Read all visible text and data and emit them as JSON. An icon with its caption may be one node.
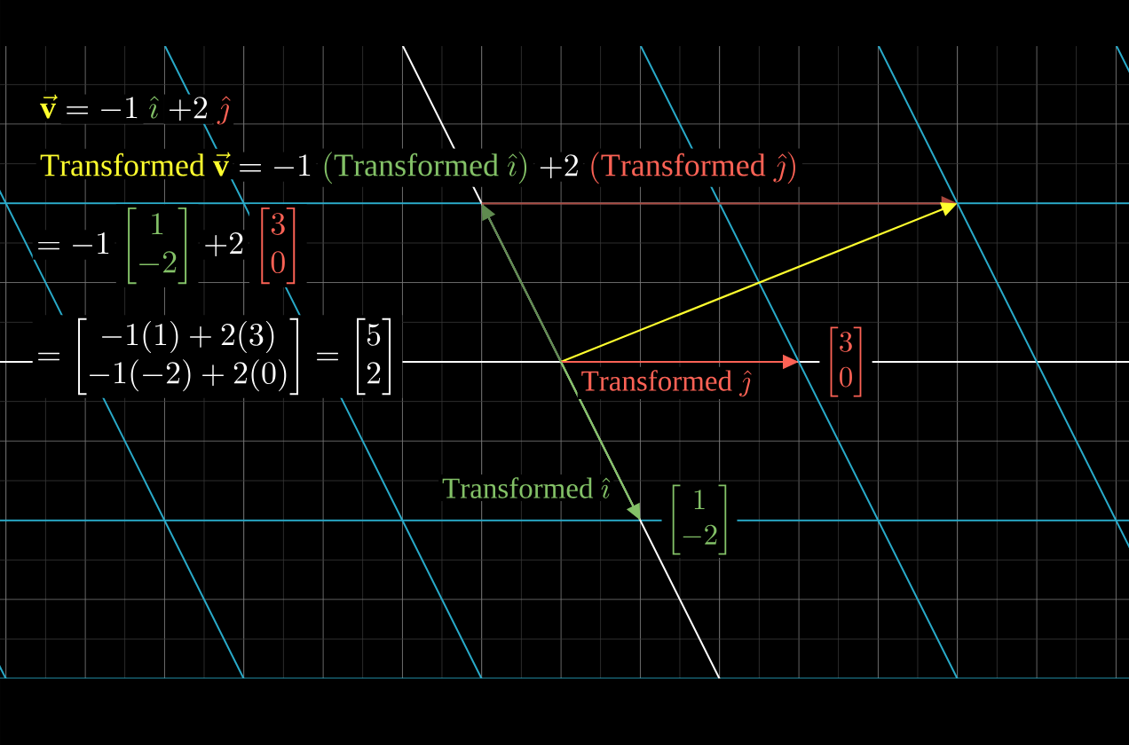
{
  "diagram": {
    "labels": [
      "\\vec{\\mathbf{v}}",
      "= -1",
      "\\hat{\\imath}",
      "+ 2",
      "\\hat{\\jmath}",
      "\\mathrm{Transformed}\\ \\vec{\\mathbf{v}}",
      "= -1",
      "(\\mathrm{Transformed}\\ \\hat{\\imath})",
      "+ 2",
      "(\\mathrm{Transformed}\\ \\hat{\\jmath})",
      "= -1",
      "\\begin{bmatrix}1\\\\-2\\end{bmatrix}",
      "+ 2",
      "\\begin{bmatrix}3\\\\0\\end{bmatrix}",
      "= \\begin{bmatrix}-1(1)+2(3)\\\\-1(-2)+2(0)\\end{bmatrix} = \\begin{bmatrix}5\\\\2\\end{bmatrix}",
      "\\mathrm{Transformed}\\ \\hat{\\jmath}",
      "\\begin{bmatrix}3\\\\0\\end{bmatrix}",
      "\\mathrm{Transformed}\\ \\hat{\\imath}",
      "\\begin{bmatrix}1\\\\-2\\end{bmatrix}"
    ]
  }
}
